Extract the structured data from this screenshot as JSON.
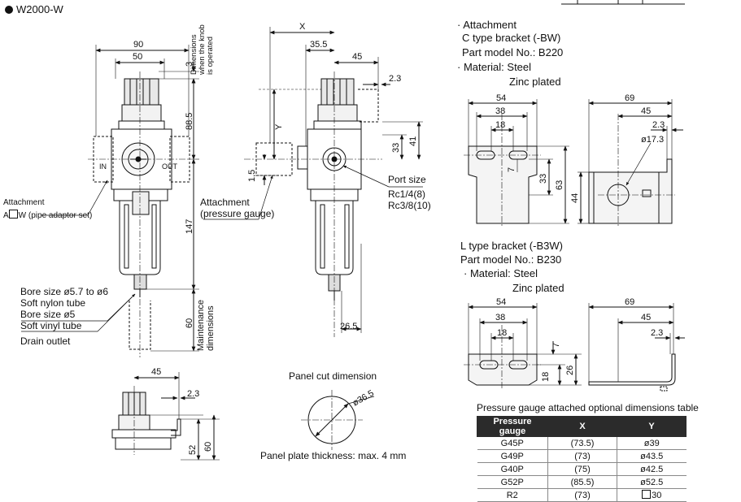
{
  "model": "W2000-W",
  "front": {
    "dim_90": "90",
    "dim_50": "50",
    "dim_3": "3",
    "dim_88_5": "88.5",
    "dim_147": "147",
    "dim_60": "60",
    "knob_note": [
      "Dimensions",
      "when the knob",
      "is operated"
    ],
    "maint_note": [
      "Maintenance",
      "dimensions"
    ],
    "port_in": "IN",
    "port_out": "OUT",
    "attachment_label": "Attachment",
    "attachment_code_a": "A",
    "attachment_code_b": "W (pipe adaptor set)",
    "bore_lines": [
      "Bore size ø5.7 to ø6",
      "Soft nylon tube",
      "Bore size ø5",
      "Soft vinyl tube"
    ],
    "drain_outlet": "Drain outlet"
  },
  "side": {
    "dim_x": "X",
    "dim_35_5": "35.5",
    "dim_45": "45",
    "dim_2_3": "2.3",
    "dim_y": "Y",
    "dim_33": "33",
    "dim_41": "41",
    "dim_1_5": "1.5",
    "dim_26_5": "26.5",
    "attachment_pressure": [
      "Attachment",
      "(pressure gauge)"
    ],
    "port_size": "Port size",
    "port_lines": [
      "Rc1/4(8)",
      "Rc3/8(10)"
    ]
  },
  "mount": {
    "dim_45": "45",
    "dim_2_3": "2.3",
    "dim_52": "52",
    "dim_60": "60"
  },
  "panel": {
    "cut_title": "Panel cut dimension",
    "diameter": "ø36.5",
    "thickness": "Panel plate thickness: max. 4 mm"
  },
  "bracket_c": {
    "header": [
      "· Attachment",
      "C type bracket (-BW)",
      "Part model No.: B220",
      "· Material: Steel",
      "Zinc plated"
    ],
    "dims": {
      "d54": "54",
      "d38": "38",
      "d18": "18",
      "d7": "7",
      "d33": "33",
      "d63": "63",
      "d69": "69",
      "d45": "45",
      "d2_3": "2.3",
      "d17_3": "ø17.3",
      "d44": "44"
    }
  },
  "bracket_l": {
    "header": [
      "L type bracket (-B3W)",
      "Part model No.: B230",
      "· Material: Steel",
      "Zinc plated"
    ],
    "dims": {
      "d54": "54",
      "d38": "38",
      "d18": "18",
      "d7": "7",
      "d18b": "18",
      "d26": "26",
      "d69": "69",
      "d45": "45",
      "d2_3": "2.3"
    }
  },
  "gauge_table": {
    "title": "Pressure gauge attached optional dimensions table",
    "headers": [
      "Pressure gauge",
      "X",
      "Y"
    ],
    "rows": [
      [
        "G45P",
        "(73.5)",
        "ø39"
      ],
      [
        "G49P",
        "(73)",
        "ø43.5"
      ],
      [
        "G40P",
        "(75)",
        "ø42.5"
      ],
      [
        "G52P",
        "(85.5)",
        "ø52.5"
      ],
      [
        "R2",
        "(73)",
        "30"
      ]
    ]
  }
}
